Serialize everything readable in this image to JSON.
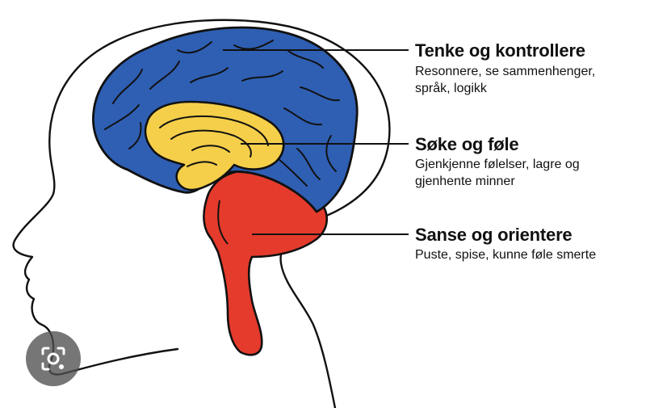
{
  "labels": [
    {
      "title": "Tenke og kontrollere",
      "desc_lines": [
        "Resonnere, se sammenhenger,",
        "språk, logikk"
      ]
    },
    {
      "title": "Søke og føle",
      "desc_lines": [
        "Gjenkjenne følelser, lagre og",
        "gjenhente minner"
      ]
    },
    {
      "title": "Sanse og orientere",
      "desc_lines": [
        "Puste, spise, kunne føle smerte"
      ]
    }
  ],
  "colors": {
    "cerebrum": "#2f5fb3",
    "limbic": "#f5cf4a",
    "brainstem": "#e53b2c",
    "outline": "#111111",
    "lens_button": "#505050"
  },
  "icons": {
    "lens": "visual-search-icon"
  }
}
